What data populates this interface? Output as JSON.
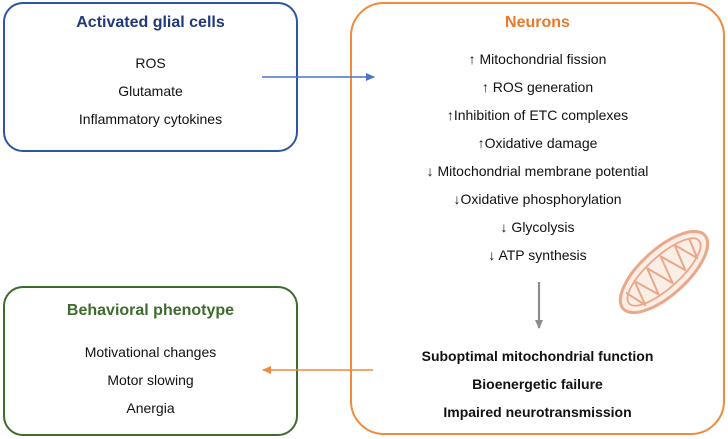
{
  "colors": {
    "glial_border": "#2e54a3",
    "glial_title": "#1f3a7a",
    "neurons_border": "#f08a3c",
    "neurons_title": "#e8792b",
    "behavior_border": "#3e6b2d",
    "behavior_title": "#3e6b2d",
    "arrow_blue": "#4a74c9",
    "arrow_orange": "#f08a3c",
    "arrow_gray": "#8c8c8c",
    "mitochondrion": "#e9a889"
  },
  "glial": {
    "title": "Activated glial cells",
    "items": [
      "ROS",
      "Glutamate",
      "Inflammatory cytokines"
    ]
  },
  "neurons": {
    "title": "Neurons",
    "items": [
      "↑ Mitochondrial fission",
      "↑ ROS generation",
      "↑Inhibition of ETC complexes",
      "↑Oxidative damage",
      "↓ Mitochondrial membrane potential",
      "↓Oxidative phosphorylation",
      "↓ Glycolysis",
      "↓ ATP synthesis"
    ],
    "outcomes": [
      "Suboptimal mitochondrial function",
      "Bioenergetic failure",
      "Impaired neurotransmission"
    ],
    "icon": "mitochondrion-icon"
  },
  "behavior": {
    "title": "Behavioral phenotype",
    "items": [
      "Motivational changes",
      "Motor slowing",
      "Anergia"
    ]
  }
}
